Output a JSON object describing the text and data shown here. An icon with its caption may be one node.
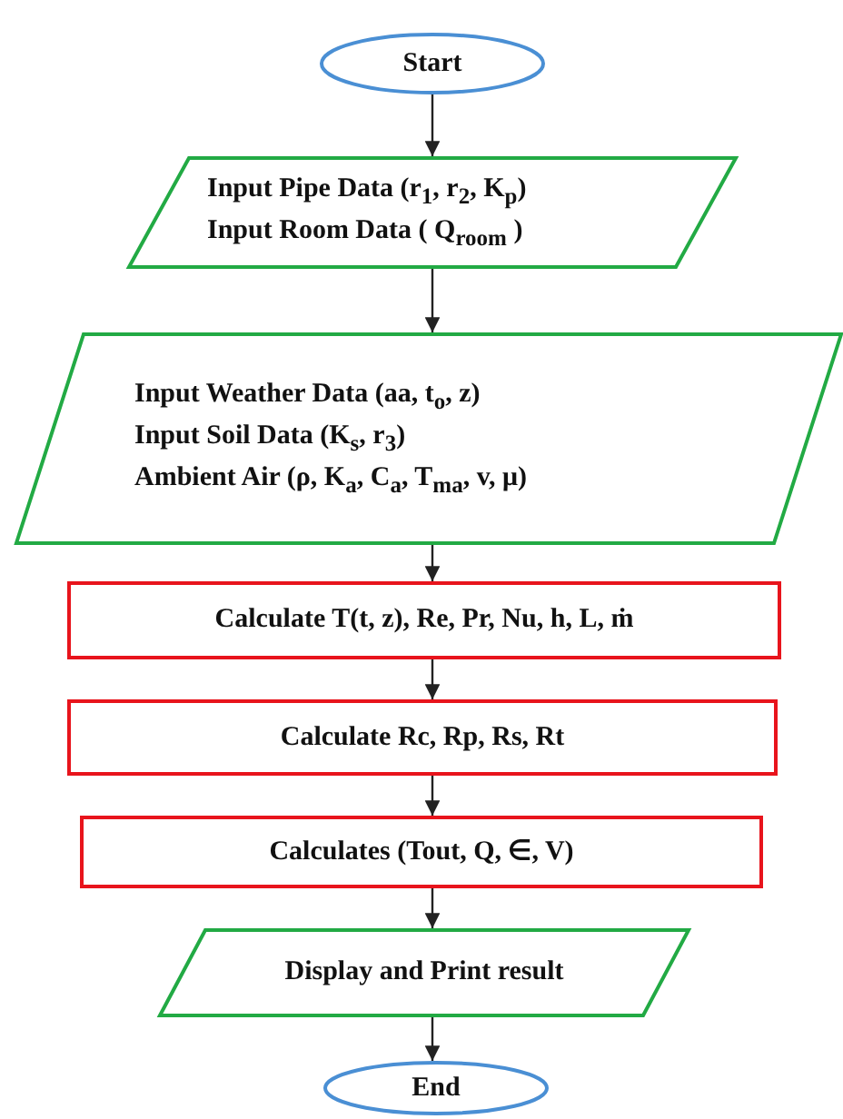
{
  "diagram": {
    "nodes": [
      {
        "text": [
          "Start"
        ]
      },
      {
        "text": [
          "Input Pipe Data (r$_{1}$, r$_{2}$, K$_{p}$)",
          "Input  Room Data ( Q$_{room}$ )"
        ]
      },
      {
        "text": [
          "Input Weather Data (aa, t$_{o}$, z)",
          "Input Soil Data (K$_{s}$, r$_{3}$)",
          "Ambient Air (ρ, K$_{a}$, C$_{a}$, T$_{ma}$, v, μ)"
        ]
      },
      {
        "text": [
          "Calculate T(t, z), Re, Pr, Nu, h, L, ṁ"
        ]
      },
      {
        "text": [
          "Calculate Rc, Rp, Rs, Rt"
        ]
      },
      {
        "text": [
          "Calculates (Tout, Q, ∈, V)"
        ]
      },
      {
        "text": [
          "Display and Print result"
        ]
      },
      {
        "text": [
          "End"
        ]
      }
    ],
    "edges": [
      {
        "from": 0,
        "to": 1,
        "arrow": "to"
      },
      {
        "from": 1,
        "to": 2,
        "arrow": "to"
      },
      {
        "from": 2,
        "to": 3,
        "arrow": "to"
      },
      {
        "from": 3,
        "to": 4,
        "arrow": "to"
      },
      {
        "from": 4,
        "to": 5,
        "arrow": "to"
      },
      {
        "from": 5,
        "to": 6,
        "arrow": "to"
      },
      {
        "from": 6,
        "to": 7,
        "arrow": "to"
      }
    ]
  }
}
